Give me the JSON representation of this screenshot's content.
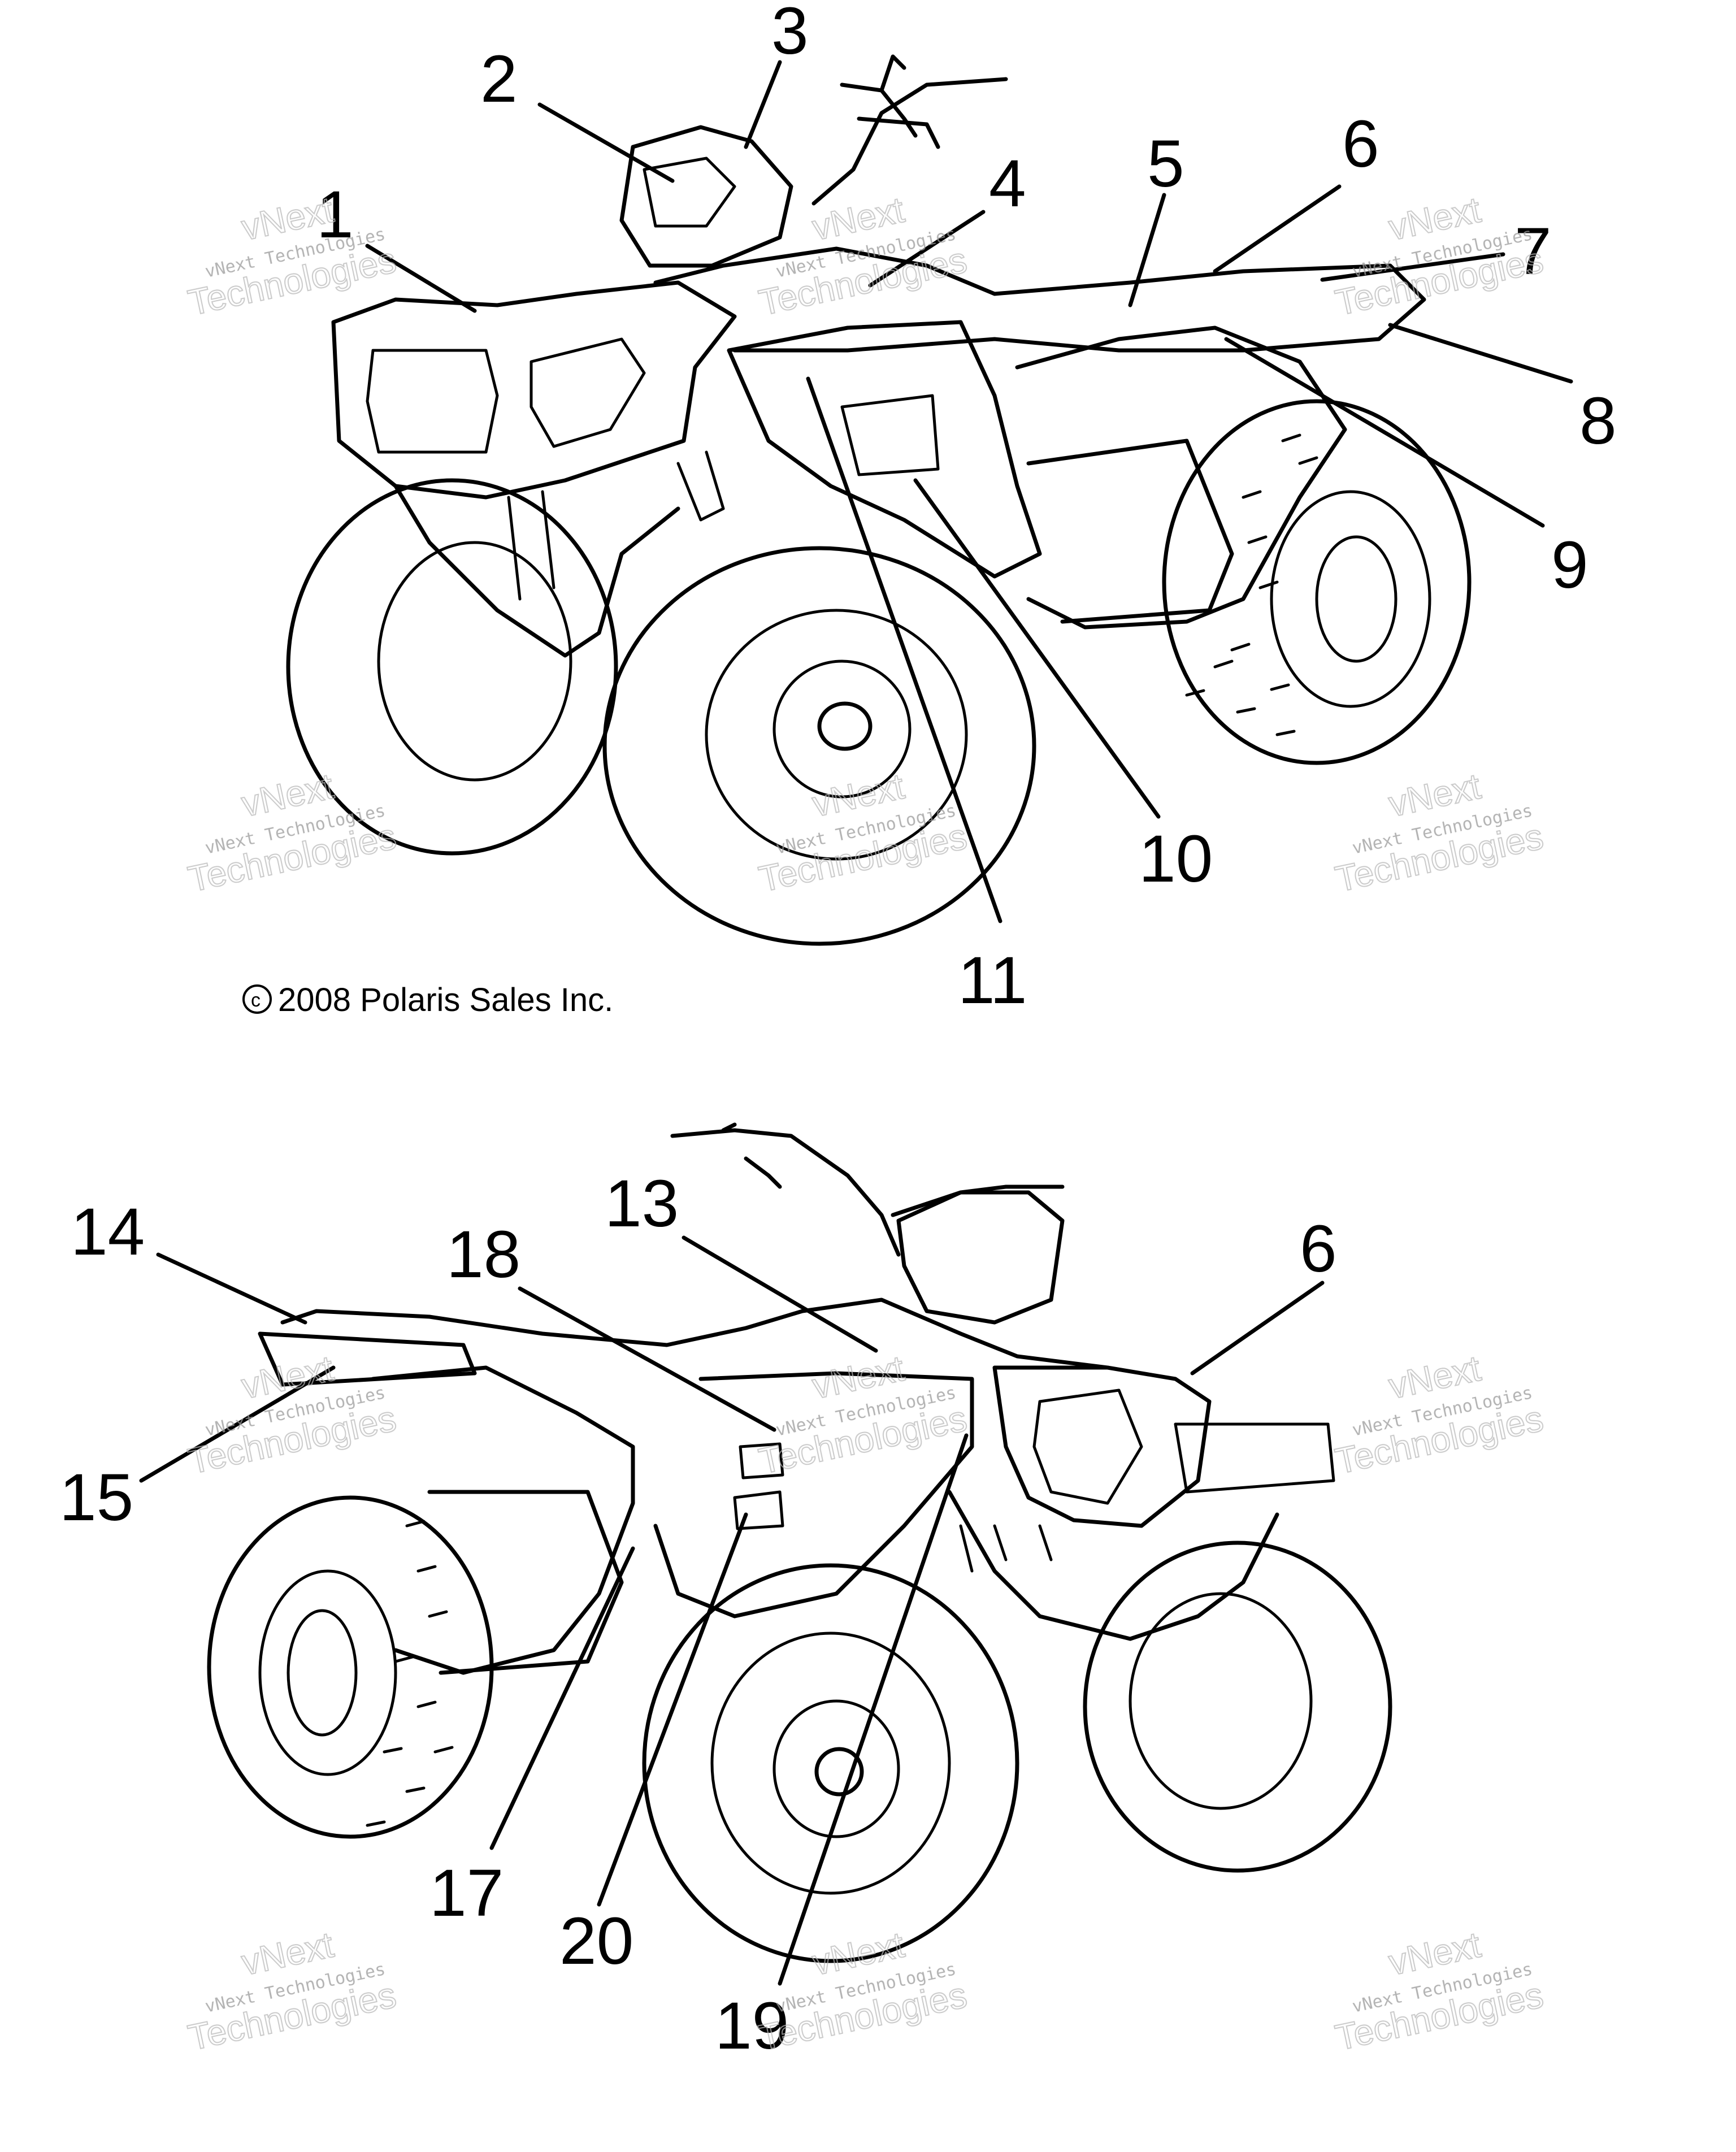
{
  "copyright": "2008 Polaris Sales Inc.",
  "copyright_symbol": "c",
  "top_view": {
    "callouts": [
      "1",
      "2",
      "3",
      "4",
      "5",
      "6",
      "7",
      "8",
      "9",
      "10",
      "11"
    ]
  },
  "bottom_view": {
    "callouts": [
      "14",
      "15",
      "18",
      "13",
      "6",
      "17",
      "20",
      "19"
    ]
  },
  "watermark": {
    "line1": "vNext",
    "line2": "vNext Technologies",
    "line3": "Technologies"
  },
  "colors": {
    "ink": "#000000",
    "watermark": "#9a9a9a",
    "background": "#ffffff"
  }
}
